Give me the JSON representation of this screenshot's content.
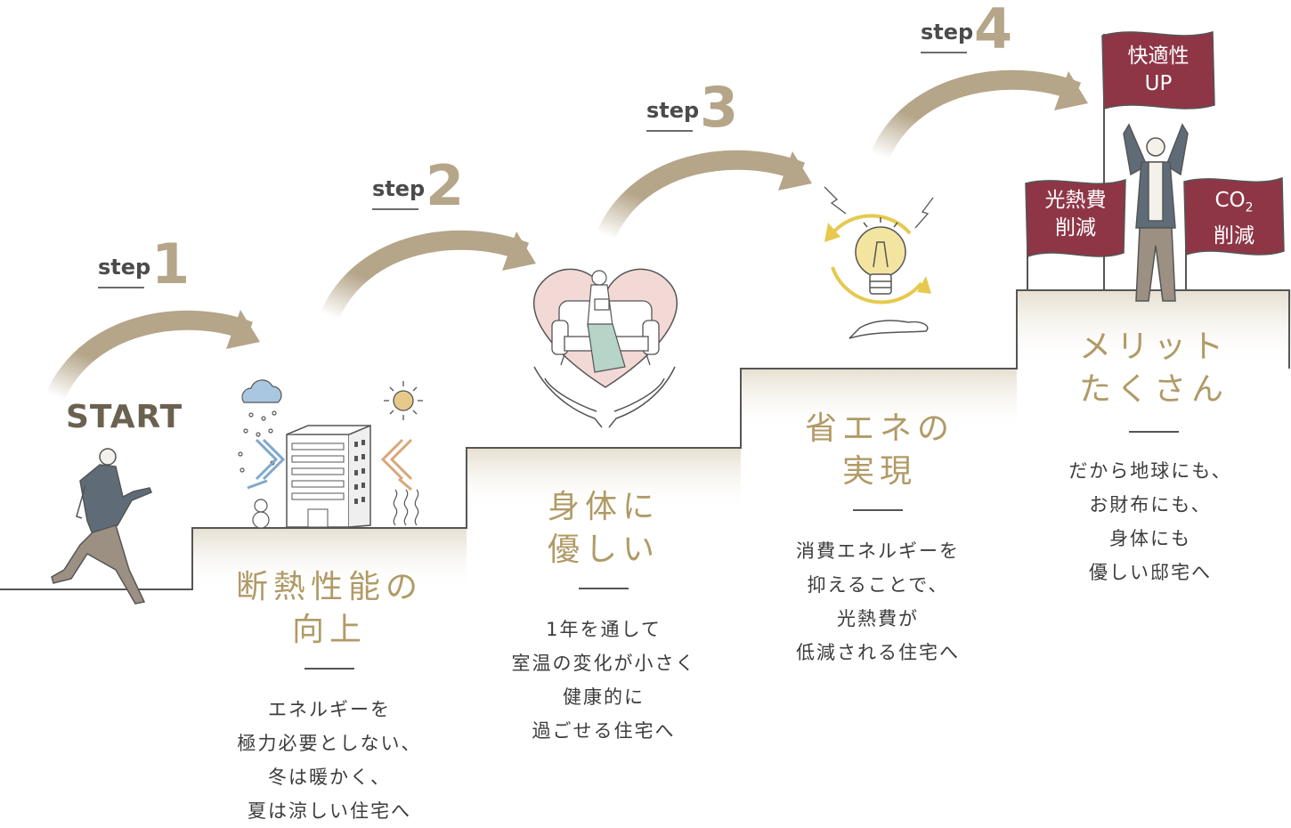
{
  "start_label": "START",
  "steps": [
    {
      "word": "step",
      "number": "1",
      "heading": [
        "断熱性能の",
        "向上"
      ],
      "description": [
        "エネルギーを",
        "極力必要としない、",
        "冬は暖かく、",
        "夏は涼しい住宅へ"
      ]
    },
    {
      "word": "step",
      "number": "2",
      "heading": [
        "身体に",
        "優しい"
      ],
      "description": [
        "1年を通して",
        "室温の変化が小さく",
        "健康的に",
        "過ごせる住宅へ"
      ]
    },
    {
      "word": "step",
      "number": "3",
      "heading": [
        "省エネの",
        "実現"
      ],
      "description": [
        "消費エネルギーを",
        "抑えることで、",
        "光熱費が",
        "低減される住宅へ"
      ]
    },
    {
      "word": "step",
      "number": "4",
      "heading": [
        "メリット",
        "たくさん"
      ],
      "description": [
        "だから地球にも、",
        "お財布にも、",
        "身体にも",
        "優しい邸宅へ"
      ]
    }
  ],
  "flags": {
    "center": [
      "快適性",
      "UP"
    ],
    "left": [
      "光熱費",
      "削減"
    ],
    "right_line1_main": "CO",
    "right_line1_sub": "2",
    "right_line2": "削減"
  },
  "colors": {
    "accent_gold": "#b09a66",
    "arrow": "#b5a589",
    "flag": "#8e3646",
    "step_band": "#ece6da",
    "figure_jacket": "#5f6c78"
  },
  "icons": [
    "walking-person-icon",
    "snow-cloud-icon",
    "sun-icon",
    "building-icon",
    "snowman-icon",
    "heat-waves-icon",
    "heart-icon",
    "woman-reading-icon",
    "hands-icon",
    "lightbulb-icon",
    "lightning-icon",
    "recycle-arrows-icon",
    "hand-icon",
    "cheering-person-icon",
    "flag-icon"
  ]
}
